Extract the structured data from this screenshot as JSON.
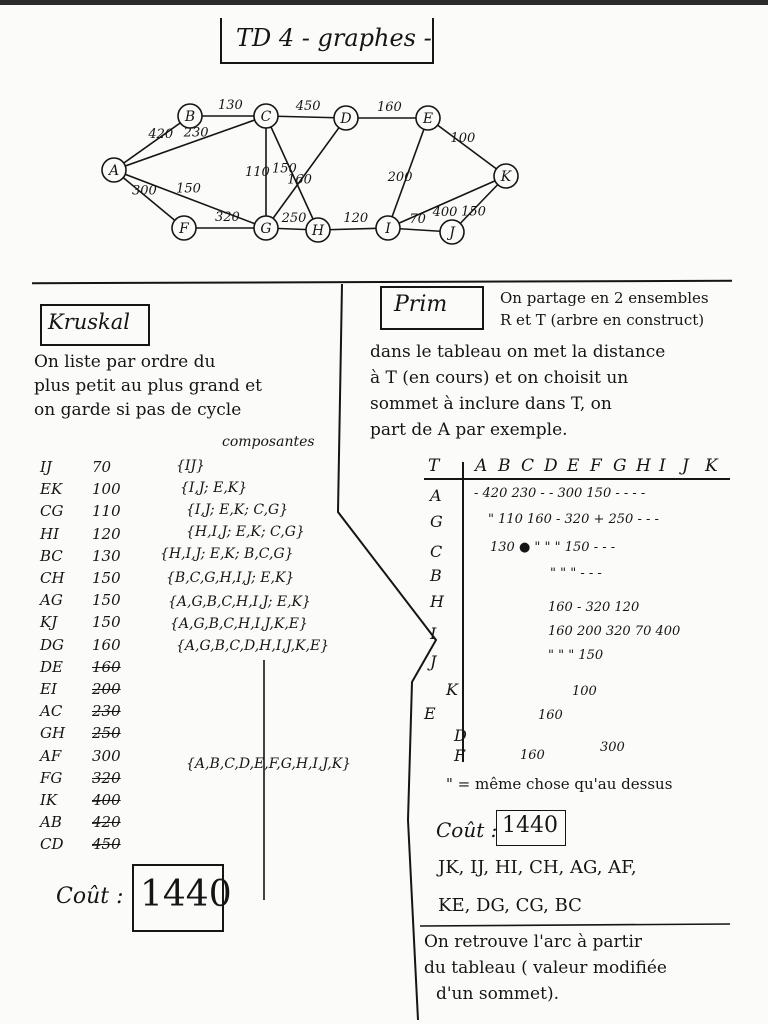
{
  "title": "TD 4 - graphes -",
  "graph": {
    "nodes": [
      "A",
      "B",
      "C",
      "D",
      "E",
      "K",
      "F",
      "G",
      "H",
      "I",
      "J"
    ],
    "edges": [
      {
        "from": "A",
        "to": "B",
        "w": "420"
      },
      {
        "from": "B",
        "to": "C",
        "w": "130"
      },
      {
        "from": "C",
        "to": "D",
        "w": "450"
      },
      {
        "from": "D",
        "to": "E",
        "w": "160"
      },
      {
        "from": "E",
        "to": "K",
        "w": "100"
      },
      {
        "from": "A",
        "to": "C",
        "w": "230"
      },
      {
        "from": "A",
        "to": "G",
        "w": "150"
      },
      {
        "from": "A",
        "to": "F",
        "w": "300"
      },
      {
        "from": "C",
        "to": "G",
        "w": "110"
      },
      {
        "from": "C",
        "to": "H",
        "w": "150"
      },
      {
        "from": "D",
        "to": "G",
        "w": "160"
      },
      {
        "from": "E",
        "to": "I",
        "w": "200"
      },
      {
        "from": "K",
        "to": "I",
        "w": "400"
      },
      {
        "from": "K",
        "to": "J",
        "w": "150"
      },
      {
        "from": "F",
        "to": "G",
        "w": "320"
      },
      {
        "from": "G",
        "to": "H",
        "w": "250"
      },
      {
        "from": "H",
        "to": "I",
        "w": "120"
      },
      {
        "from": "I",
        "to": "J",
        "w": "70"
      }
    ]
  },
  "kruskal": {
    "title": "Kruskal",
    "desc": [
      "On liste par ordre du",
      "plus petit au plus grand et",
      "on garde si pas de cycle"
    ],
    "composantes_label": "composantes",
    "rows": [
      {
        "edge": "IJ",
        "w": "70",
        "comp": "{IJ}",
        "struck": false
      },
      {
        "edge": "EK",
        "w": "100",
        "comp": "{I,J; E,K}",
        "struck": false
      },
      {
        "edge": "CG",
        "w": "110",
        "comp": "{I,J; E,K; C,G}",
        "struck": false
      },
      {
        "edge": "HI",
        "w": "120",
        "comp": "{H,I,J; E,K; C,G}",
        "struck": false
      },
      {
        "edge": "BC",
        "w": "130",
        "comp": "{H,I,J; E,K; B,C,G}",
        "struck": false
      },
      {
        "edge": "CH",
        "w": "150",
        "comp": "{B,C,G,H,I,J; E,K}",
        "struck": false
      },
      {
        "edge": "AG",
        "w": "150",
        "comp": "{A,G,B,C,H,I,J; E,K}",
        "struck": false
      },
      {
        "edge": "KJ",
        "w": "150",
        "comp": "{A,G,B,C,H,I,J,K,E}",
        "struck": false
      },
      {
        "edge": "DG",
        "w": "160",
        "comp": "{A,G,B,C,D,H,I,J,K,E}",
        "struck": false
      },
      {
        "edge": "DE",
        "w": "160",
        "comp": "",
        "struck": true
      },
      {
        "edge": "EI",
        "w": "200",
        "comp": "",
        "struck": true
      },
      {
        "edge": "AC",
        "w": "230",
        "comp": "",
        "struck": true
      },
      {
        "edge": "GH",
        "w": "250",
        "comp": "",
        "struck": true
      },
      {
        "edge": "AF",
        "w": "300",
        "comp": "{A,B,C,D,E,F,G,H,I,J,K}",
        "struck": false
      },
      {
        "edge": "FG",
        "w": "320",
        "comp": "",
        "struck": true
      },
      {
        "edge": "IK",
        "w": "400",
        "comp": "",
        "struck": true
      },
      {
        "edge": "AB",
        "w": "420",
        "comp": "",
        "struck": true
      },
      {
        "edge": "CD",
        "w": "450",
        "comp": "",
        "struck": true
      }
    ],
    "cout_label": "Coût :",
    "cout_value": "1440"
  },
  "prim": {
    "title": "Prim",
    "head": [
      "On partage en 2 ensembles",
      "R et T (arbre en construct)"
    ],
    "desc": [
      "dans le tableau on met la distance",
      "à T (en cours) et on choisit un",
      "sommet à inclure dans T, on",
      "part de A par exemple."
    ],
    "table_header": [
      "T",
      "A",
      "B",
      "C",
      "D",
      "E",
      "F",
      "G",
      "H",
      "I",
      "J",
      "K"
    ],
    "order": [
      "A",
      "G",
      "C",
      "B",
      "H",
      "I",
      "J",
      "K",
      "E",
      "D",
      "F"
    ],
    "rows": [
      "- 420 230 - - 300 150 - - - -",
      "\" 110 160 - 320 + 250 - - -",
      "130 ● \" \" \" 150 - - -",
      "\" \" \" - - -",
      "160 - 320 120",
      "160 200 320 70 400",
      "\" \" \" 150",
      "100",
      "160",
      "160",
      "300"
    ],
    "ditto_note": "\" = même chose qu'au dessus",
    "cout_label": "Coût :",
    "cout_value": "1440",
    "edges_line1": "JK, IJ, HI, CH, AG, AF,",
    "edges_line2": "KE, DG, CG, BC",
    "final": [
      "On retrouve l'arc à partir",
      "du tableau ( valeur modifiée",
      "d'un sommet)."
    ]
  }
}
